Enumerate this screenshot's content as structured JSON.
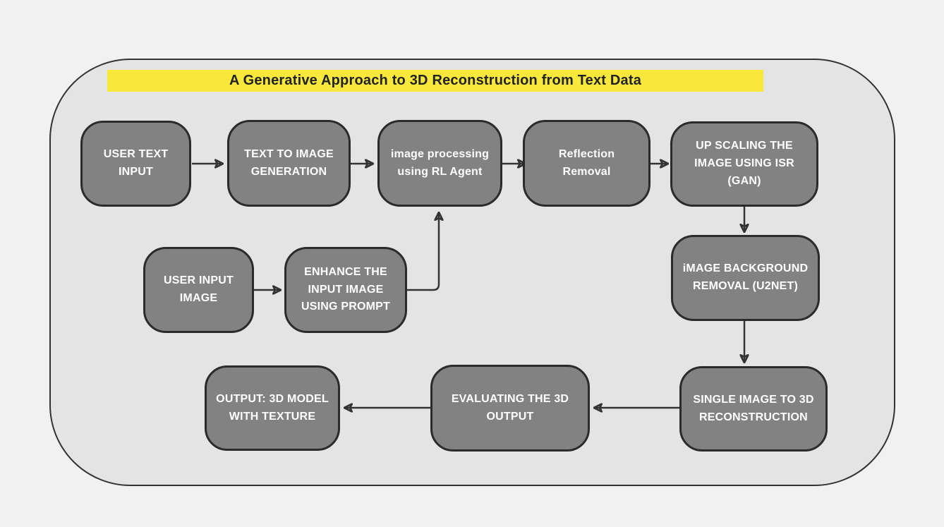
{
  "title": {
    "text": "A Generative Approach to 3D Reconstruction from Text Data",
    "highlight_color": "#f7e83b",
    "text_color": "#222222"
  },
  "nodes": [
    {
      "id": "user-text-input",
      "label": "USER TEXT INPUT"
    },
    {
      "id": "text-to-image-generation",
      "label": "TEXT TO IMAGE GENERATION"
    },
    {
      "id": "image-processing-rl-agent",
      "label": "image processing using RL Agent"
    },
    {
      "id": "reflection-removal",
      "label": "Reflection Removal"
    },
    {
      "id": "upscaling-isr-gan",
      "label": "UP SCALING THE IMAGE USING ISR (GAN)"
    },
    {
      "id": "user-input-image",
      "label": "USER INPUT IMAGE"
    },
    {
      "id": "enhance-input-image-using-prompt",
      "label": "ENHANCE THE INPUT IMAGE USING PROMPT"
    },
    {
      "id": "image-background-removal-u2net",
      "label": "iMAGE BACKGROUND REMOVAL (U2NET)"
    },
    {
      "id": "single-image-to-3d-reconstruction",
      "label": "SINGLE IMAGE TO 3D RECONSTRUCTION"
    },
    {
      "id": "evaluating-the-3d-output",
      "label": "EVALUATING THE 3D OUTPUT"
    },
    {
      "id": "output-3d-model-with-texture",
      "label": "OUTPUT: 3D MODEL WITH TEXTURE"
    }
  ],
  "edges": [
    {
      "from": "user-text-input",
      "to": "text-to-image-generation"
    },
    {
      "from": "text-to-image-generation",
      "to": "image-processing-rl-agent"
    },
    {
      "from": "image-processing-rl-agent",
      "to": "reflection-removal"
    },
    {
      "from": "reflection-removal",
      "to": "upscaling-isr-gan"
    },
    {
      "from": "upscaling-isr-gan",
      "to": "image-background-removal-u2net"
    },
    {
      "from": "image-background-removal-u2net",
      "to": "single-image-to-3d-reconstruction"
    },
    {
      "from": "user-input-image",
      "to": "enhance-input-image-using-prompt"
    },
    {
      "from": "enhance-input-image-using-prompt",
      "to": "image-processing-rl-agent"
    },
    {
      "from": "single-image-to-3d-reconstruction",
      "to": "evaluating-the-3d-output"
    },
    {
      "from": "evaluating-the-3d-output",
      "to": "output-3d-model-with-texture"
    }
  ],
  "colors": {
    "page_background": "#f1f1f1",
    "container_fill": "#e4e4e4",
    "container_border": "#333333",
    "node_fill": "#828282",
    "node_border": "#2b2b2b",
    "node_text": "#ffffff",
    "arrow": "#333333",
    "title_highlight": "#f7e83b"
  }
}
